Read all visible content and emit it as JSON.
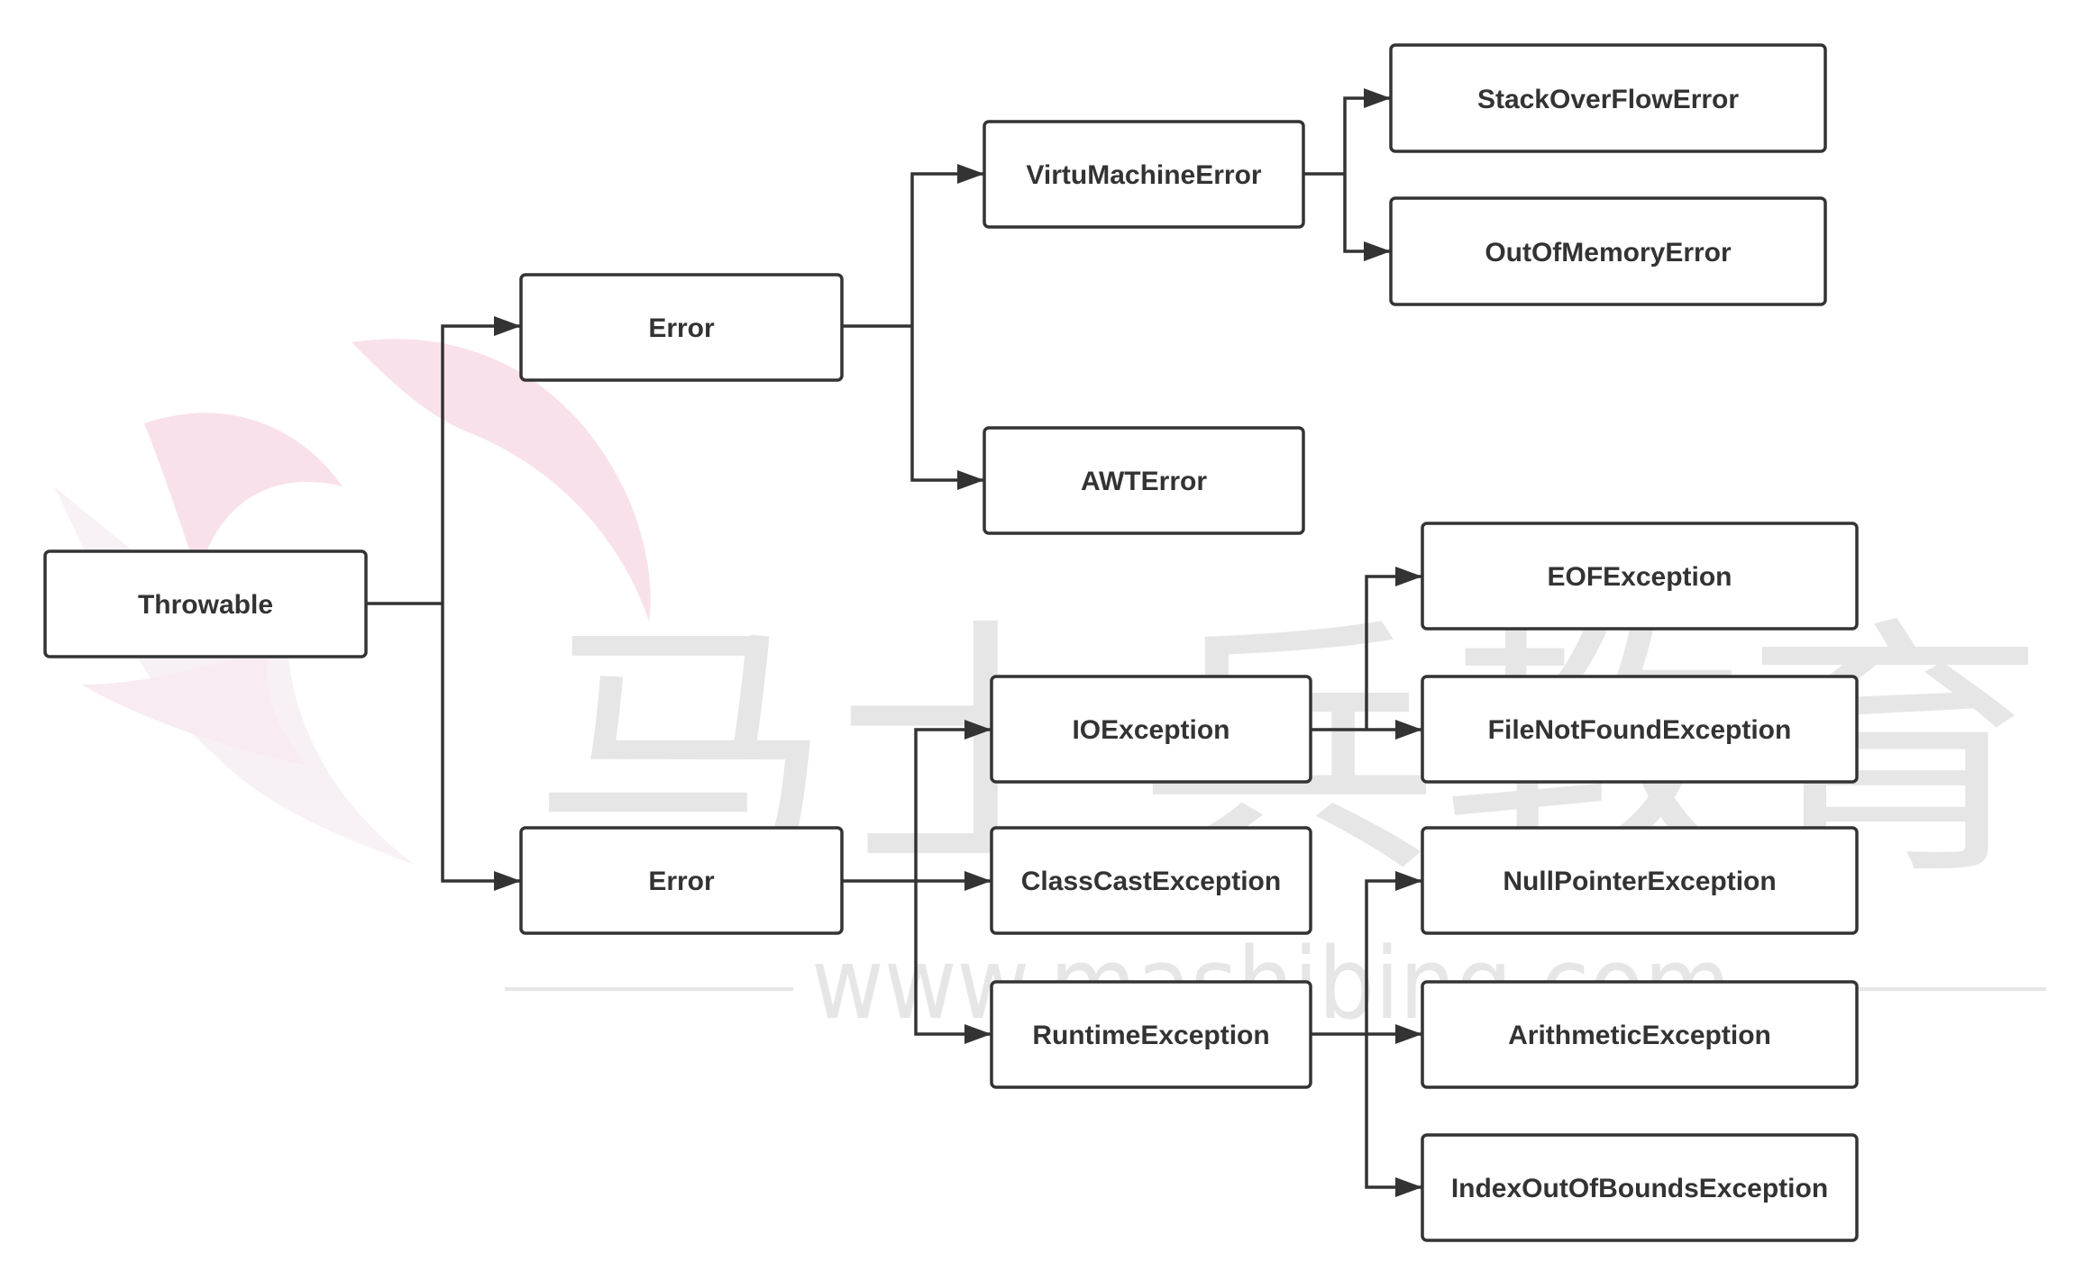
{
  "colors": {
    "node_border": "#333333",
    "text": "#333333",
    "background": "#ffffff",
    "watermark_text": "#e6e6e6",
    "watermark_logo": "#f7dfe8"
  },
  "watermark": {
    "brand": "马士兵教育",
    "url": "www.mashibing.com"
  },
  "nodes": {
    "throwable": "Throwable",
    "error_top": "Error",
    "error_bottom": "Error",
    "virtu_machine_error": "VirtuMachineError",
    "awt_error": "AWTError",
    "stack_overflow_error": "StackOverFlowError",
    "out_of_memory_error": "OutOfMemoryError",
    "io_exception": "IOException",
    "class_cast_exception": "ClassCastException",
    "runtime_exception": "RuntimeException",
    "eof_exception": "EOFException",
    "file_not_found_exception": "FileNotFoundException",
    "null_pointer_exception": "NullPointerException",
    "arithmetic_exception": "ArithmeticException",
    "index_out_of_bounds_exception": "IndexOutOfBoundsException"
  }
}
